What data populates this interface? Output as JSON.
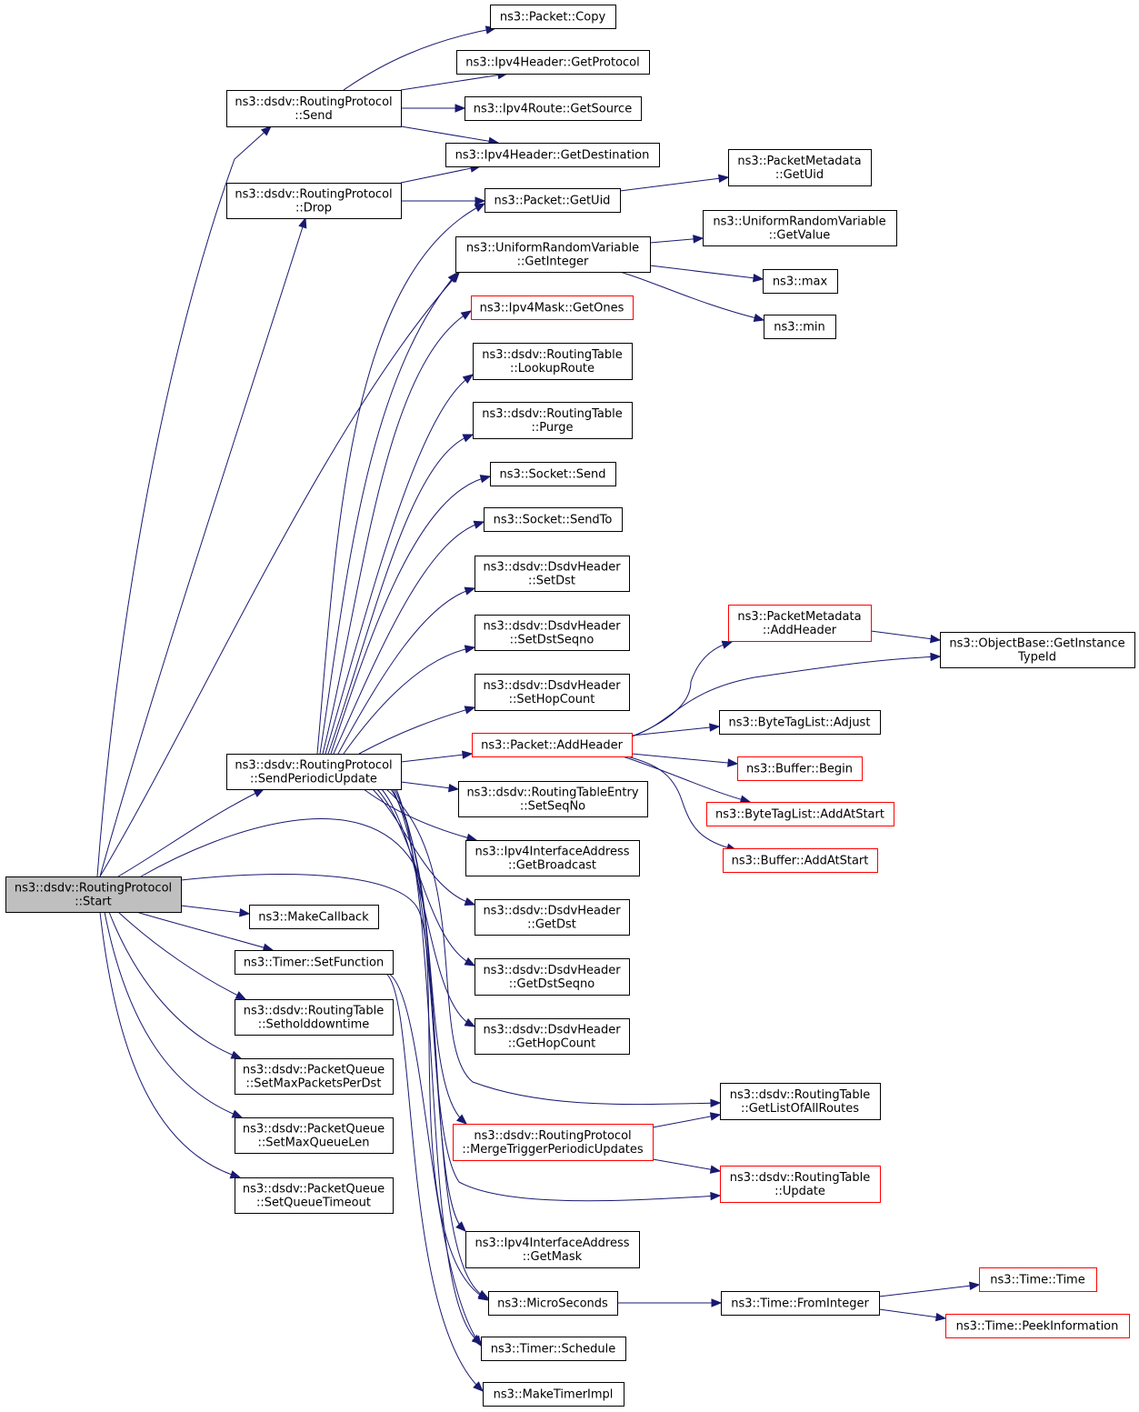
{
  "colors": {
    "edge": "#191970",
    "border": "#000000",
    "incomplete_border": "#ff0000",
    "root_fill": "#bfbfbf"
  },
  "nodes": {
    "start": {
      "lines": [
        "ns3::dsdv::RoutingProtocol",
        "::Start"
      ],
      "style": "root"
    },
    "send": {
      "lines": [
        "ns3::dsdv::RoutingProtocol",
        "::Send"
      ]
    },
    "drop": {
      "lines": [
        "ns3::dsdv::RoutingProtocol",
        "::Drop"
      ]
    },
    "spu": {
      "lines": [
        "ns3::dsdv::RoutingProtocol",
        "::SendPeriodicUpdate"
      ]
    },
    "makecallback": {
      "lines": [
        "ns3::MakeCallback"
      ]
    },
    "setfunction": {
      "lines": [
        "ns3::Timer::SetFunction"
      ]
    },
    "setholddown": {
      "lines": [
        "ns3::dsdv::RoutingTable",
        "::Setholddowntime"
      ]
    },
    "setmaxpkts": {
      "lines": [
        "ns3::dsdv::PacketQueue",
        "::SetMaxPacketsPerDst"
      ]
    },
    "setmaxqlen": {
      "lines": [
        "ns3::dsdv::PacketQueue",
        "::SetMaxQueueLen"
      ]
    },
    "setqtimeout": {
      "lines": [
        "ns3::dsdv::PacketQueue",
        "::SetQueueTimeout"
      ]
    },
    "pktcopy": {
      "lines": [
        "ns3::Packet::Copy"
      ]
    },
    "getprotocol": {
      "lines": [
        "ns3::Ipv4Header::GetProtocol"
      ]
    },
    "getsource": {
      "lines": [
        "ns3::Ipv4Route::GetSource"
      ]
    },
    "getdest": {
      "lines": [
        "ns3::Ipv4Header::GetDestination"
      ]
    },
    "getuid": {
      "lines": [
        "ns3::Packet::GetUid"
      ]
    },
    "pmgetuid": {
      "lines": [
        "ns3::PacketMetadata",
        "::GetUid"
      ]
    },
    "getinteger": {
      "lines": [
        "ns3::UniformRandomVariable",
        "::GetInteger"
      ]
    },
    "getvalue": {
      "lines": [
        "ns3::UniformRandomVariable",
        "::GetValue"
      ]
    },
    "max": {
      "lines": [
        "ns3::max"
      ]
    },
    "min": {
      "lines": [
        "ns3::min"
      ]
    },
    "getones": {
      "lines": [
        "ns3::Ipv4Mask::GetOnes"
      ],
      "style": "red"
    },
    "lookup": {
      "lines": [
        "ns3::dsdv::RoutingTable",
        "::LookupRoute"
      ]
    },
    "purge": {
      "lines": [
        "ns3::dsdv::RoutingTable",
        "::Purge"
      ]
    },
    "socksend": {
      "lines": [
        "ns3::Socket::Send"
      ]
    },
    "socksendto": {
      "lines": [
        "ns3::Socket::SendTo"
      ]
    },
    "setdst": {
      "lines": [
        "ns3::dsdv::DsdvHeader",
        "::SetDst"
      ]
    },
    "setdstseqno": {
      "lines": [
        "ns3::dsdv::DsdvHeader",
        "::SetDstSeqno"
      ]
    },
    "sethop": {
      "lines": [
        "ns3::dsdv::DsdvHeader",
        "::SetHopCount"
      ]
    },
    "addheader": {
      "lines": [
        "ns3::Packet::AddHeader"
      ],
      "style": "red"
    },
    "pmaddheader": {
      "lines": [
        "ns3::PacketMetadata",
        "::AddHeader"
      ],
      "style": "red"
    },
    "getinstance": {
      "lines": [
        "ns3::ObjectBase::GetInstance",
        "TypeId"
      ]
    },
    "adjust": {
      "lines": [
        "ns3::ByteTagList::Adjust"
      ]
    },
    "begin": {
      "lines": [
        "ns3::Buffer::Begin"
      ],
      "style": "red"
    },
    "btladdatstart": {
      "lines": [
        "ns3::ByteTagList::AddAtStart"
      ],
      "style": "red"
    },
    "bufaddatstart": {
      "lines": [
        "ns3::Buffer::AddAtStart"
      ],
      "style": "red"
    },
    "setseqno": {
      "lines": [
        "ns3::dsdv::RoutingTableEntry",
        "::SetSeqNo"
      ]
    },
    "getbroadcast": {
      "lines": [
        "ns3::Ipv4InterfaceAddress",
        "::GetBroadcast"
      ]
    },
    "getdst": {
      "lines": [
        "ns3::dsdv::DsdvHeader",
        "::GetDst"
      ]
    },
    "getdstseqno": {
      "lines": [
        "ns3::dsdv::DsdvHeader",
        "::GetDstSeqno"
      ]
    },
    "gethop": {
      "lines": [
        "ns3::dsdv::DsdvHeader",
        "::GetHopCount"
      ]
    },
    "getlistall": {
      "lines": [
        "ns3::dsdv::RoutingTable",
        "::GetListOfAllRoutes"
      ]
    },
    "merge": {
      "lines": [
        "ns3::dsdv::RoutingProtocol",
        "::MergeTriggerPeriodicUpdates"
      ],
      "style": "red"
    },
    "update": {
      "lines": [
        "ns3::dsdv::RoutingTable",
        "::Update"
      ],
      "style": "red"
    },
    "getmask": {
      "lines": [
        "ns3::Ipv4InterfaceAddress",
        "::GetMask"
      ]
    },
    "microseconds": {
      "lines": [
        "ns3::MicroSeconds"
      ]
    },
    "frominteger": {
      "lines": [
        "ns3::Time::FromInteger"
      ]
    },
    "time": {
      "lines": [
        "ns3::Time::Time"
      ],
      "style": "red"
    },
    "peekinfo": {
      "lines": [
        "ns3::Time::PeekInformation"
      ],
      "style": "red"
    },
    "schedule": {
      "lines": [
        "ns3::Timer::Schedule"
      ]
    },
    "maketimerimpl": {
      "lines": [
        "ns3::MakeTimerImpl"
      ]
    }
  }
}
